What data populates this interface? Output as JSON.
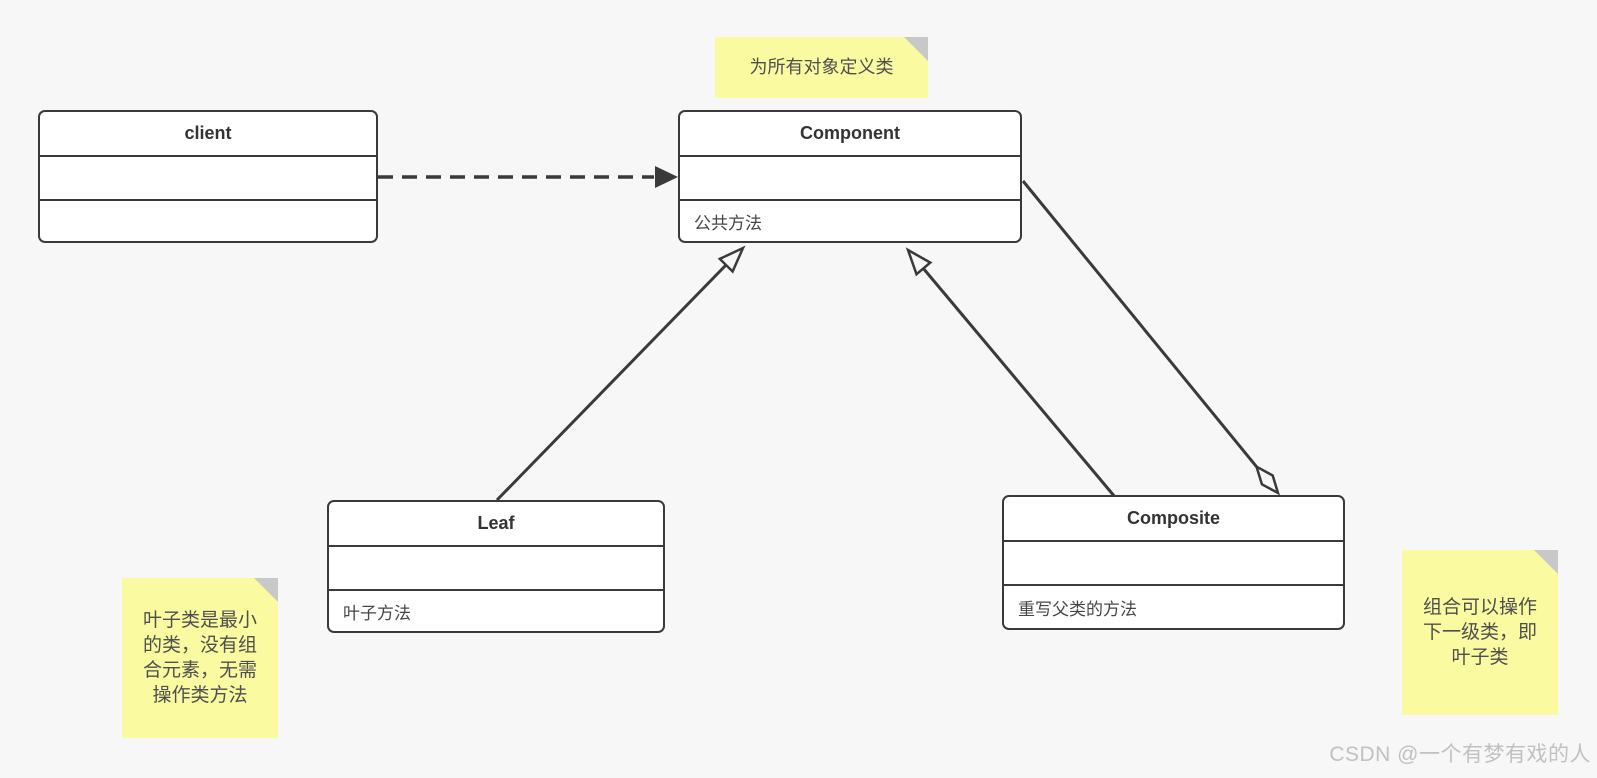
{
  "canvas": {
    "background": "#f7f7f7",
    "stroke_color": "#3a3a3a",
    "note_color": "#fafaa0",
    "note_fold_color": "#c8c8c8"
  },
  "classes": [
    {
      "title": "client",
      "attributes": "",
      "methods": ""
    },
    {
      "title": "Component",
      "attributes": "",
      "methods": "公共方法"
    },
    {
      "title": "Leaf",
      "attributes": "",
      "methods": "叶子方法"
    },
    {
      "title": "Composite",
      "attributes": "",
      "methods": "重写父类的方法"
    }
  ],
  "notes": [
    {
      "text": "为所有对象定义类"
    },
    {
      "text": "叶子类是最小\n的类，没有组\n合元素，无需\n操作类方法"
    },
    {
      "text": "组合可以操作\n下一级类，即\n叶子类"
    }
  ],
  "connectors": [
    {
      "type": "dependency",
      "from": "client",
      "to": "Component",
      "style": "dashed, filled arrowhead"
    },
    {
      "type": "generalization",
      "from": "Leaf",
      "to": "Component",
      "style": "solid, hollow triangle"
    },
    {
      "type": "generalization",
      "from": "Composite",
      "to": "Component",
      "style": "solid, hollow triangle"
    },
    {
      "type": "aggregation",
      "from": "Component",
      "to": "Composite",
      "style": "solid, hollow diamond"
    }
  ],
  "watermark": "CSDN @一个有梦有戏的人"
}
